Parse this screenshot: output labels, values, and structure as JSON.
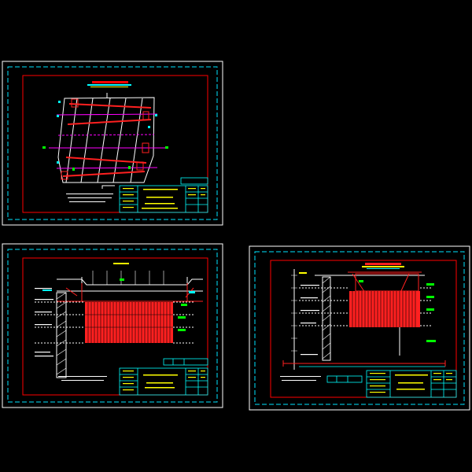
{
  "canvas": {
    "background": "#000000"
  },
  "colors": {
    "outer_frame": "#ffffff",
    "dashed_frame": "#00e5ff",
    "inner_frame": "#ff0000",
    "drawing_red": "#ff2020",
    "drawing_white": "#ffffff",
    "drawing_magenta": "#ff00ff",
    "drawing_cyan": "#00ffff",
    "drawing_green": "#00ff00",
    "title_yellow": "#ffff00",
    "table_cyan": "#00ffff"
  },
  "sheets": [
    {
      "id": "sheet-1",
      "kind": "plan-view"
    },
    {
      "id": "sheet-2",
      "kind": "longitudinal-section"
    },
    {
      "id": "sheet-3",
      "kind": "cross-section"
    }
  ],
  "icons": {
    "zoom": "magnifier-icon"
  }
}
